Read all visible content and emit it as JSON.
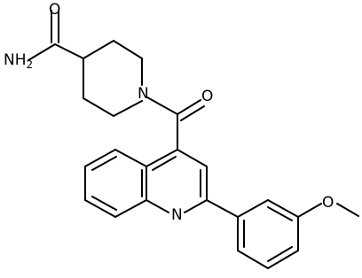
{
  "molecule": {
    "atoms": {
      "amide_oxygen": "O",
      "amide_nitrogen": "NH",
      "amide_nitrogen_subscript": "2",
      "piperidine_nitrogen": "N",
      "carbonyl_oxygen": "O",
      "quinoline_nitrogen": "N",
      "methoxy_oxygen": "O"
    },
    "colors": {
      "bond": "#000000",
      "label": "#000000",
      "background": "#ffffff"
    }
  }
}
